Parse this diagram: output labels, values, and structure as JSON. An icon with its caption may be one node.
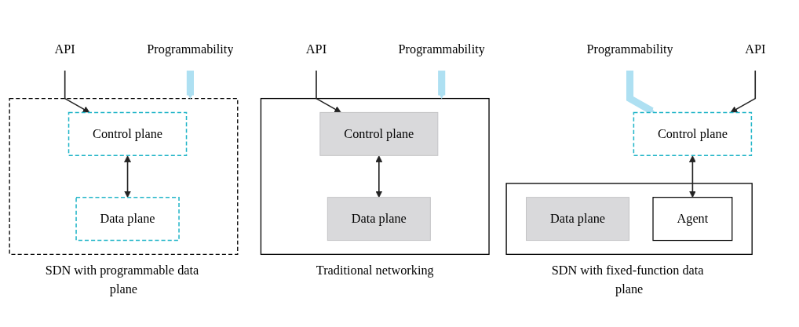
{
  "diagram": {
    "nodes": [
      {
        "text": [
          "Programmability"
        ]
      },
      {
        "text": [
          "API"
        ]
      },
      {
        "text": [],
        "shape": "box",
        "beside": [
          "Traditional networking"
        ]
      },
      {
        "text": [
          "Control plane"
        ],
        "in": 2
      },
      {
        "text": [
          "Data plane"
        ],
        "in": 2
      },
      {
        "text": [
          "Programmability"
        ]
      },
      {
        "text": [
          "API"
        ]
      },
      {
        "text": [
          "Control plane"
        ]
      },
      {
        "text": [],
        "shape": "box",
        "beside": [
          "SDN with fixed-function data plane"
        ]
      },
      {
        "text": [
          "Data plane"
        ],
        "in": 8
      },
      {
        "text": [
          "Agent"
        ],
        "in": 8
      },
      {
        "text": [
          "Programmability"
        ]
      },
      {
        "text": [
          "API"
        ]
      },
      {
        "text": [],
        "shape": "box",
        "beside": [
          "SDN with programmable data plane"
        ]
      },
      {
        "text": [
          "Control plane"
        ],
        "in": 13
      },
      {
        "text": [
          "Data plane"
        ],
        "in": 13
      }
    ],
    "edges": [
      {
        "from": 0,
        "to": 2,
        "arrow": "to",
        "style": "thick",
        "color": "#aee0f2"
      },
      {
        "from": 1,
        "to": 3,
        "arrow": "to"
      },
      {
        "from": 3,
        "to": 4,
        "arrow": "both"
      },
      {
        "from": 5,
        "to": 7,
        "arrow": "to",
        "style": "thick",
        "color": "#aee0f2"
      },
      {
        "from": 6,
        "to": 7,
        "arrow": "to"
      },
      {
        "from": 7,
        "to": 10,
        "arrow": "both"
      },
      {
        "from": 11,
        "to": 13,
        "arrow": "to",
        "style": "thick",
        "color": "#aee0f2"
      },
      {
        "from": 12,
        "to": 14,
        "arrow": "to"
      },
      {
        "from": 14,
        "to": 15,
        "arrow": "both"
      }
    ]
  }
}
